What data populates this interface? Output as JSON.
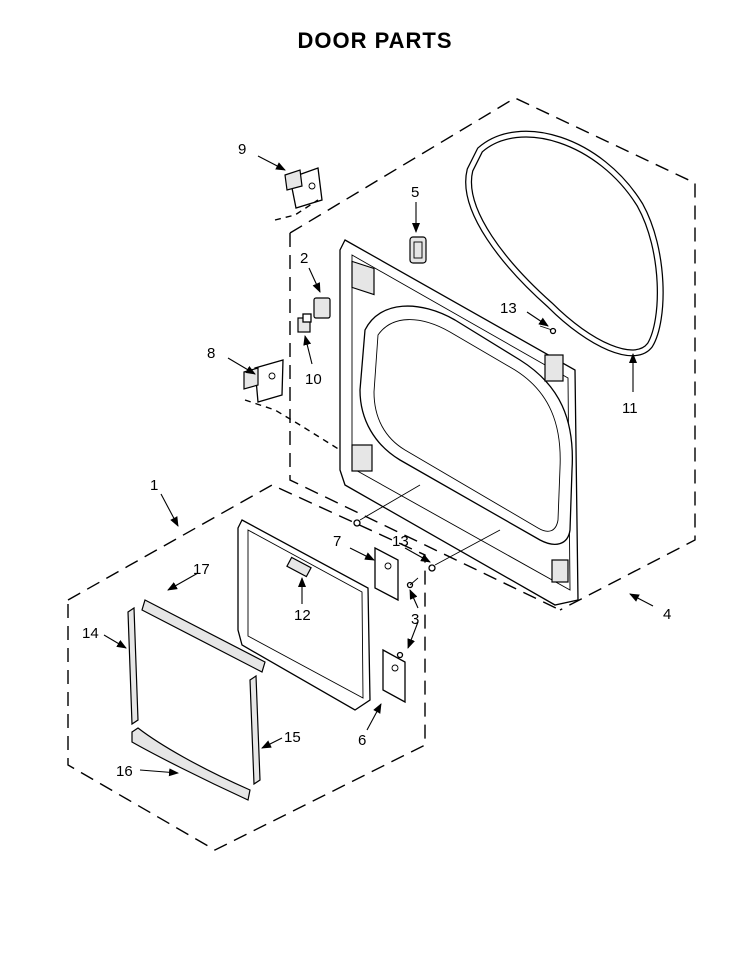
{
  "title": "DOOR PARTS",
  "callouts": {
    "c1": "1",
    "c2": "2",
    "c3": "3",
    "c4": "4",
    "c5": "5",
    "c6": "6",
    "c7": "7",
    "c8": "8",
    "c9": "9",
    "c10": "10",
    "c11": "11",
    "c12": "12",
    "c13a": "13",
    "c13b": "13",
    "c14": "14",
    "c15": "15",
    "c16": "16",
    "c17": "17"
  }
}
